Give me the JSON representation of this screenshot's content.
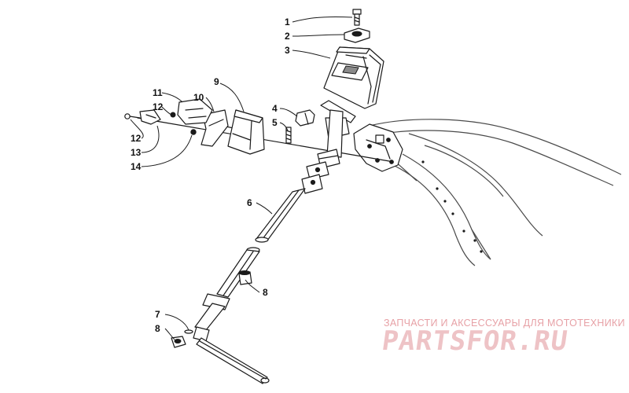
{
  "diagram": {
    "callouts": [
      "1",
      "2",
      "3",
      "4",
      "5",
      "6",
      "7",
      "8",
      "8",
      "9",
      "10",
      "11",
      "12",
      "12",
      "13",
      "14"
    ]
  },
  "watermark": {
    "tagline": "ЗАПЧАСТИ И АКСЕССУАРЫ ДЛЯ МОТОТЕХНИКИ",
    "logo": "PARTSFOR.RU"
  }
}
